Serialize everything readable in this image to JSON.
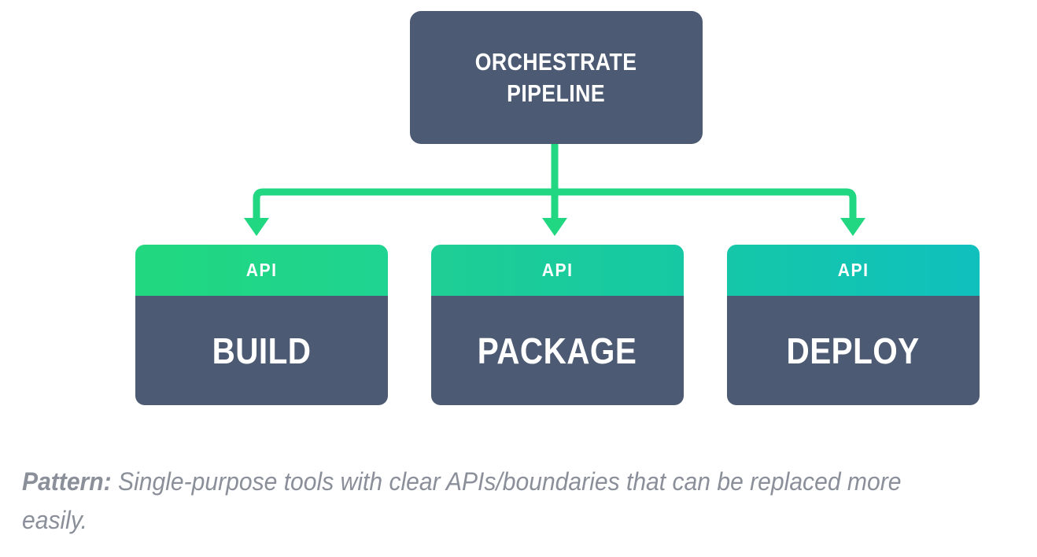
{
  "diagram": {
    "root": {
      "label": "ORCHESTRATE\nPIPELINE",
      "fill": "#4d5a74"
    },
    "connector": {
      "color": "#22d782",
      "arrow_name": "arrow-down"
    },
    "stages": [
      {
        "api_label": "API",
        "name": "BUILD",
        "header_from": "#21d87f",
        "header_to": "#1fd391",
        "body": "#4d5a74"
      },
      {
        "api_label": "API",
        "name": "PACKAGE",
        "header_from": "#1ece94",
        "header_to": "#16c9a4",
        "body": "#4d5a74"
      },
      {
        "api_label": "API",
        "name": "DEPLOY",
        "header_from": "#15c7a8",
        "header_to": "#0fc0bd",
        "body": "#4d5a74"
      }
    ],
    "caption": {
      "lead": "Pattern:",
      "text": " Single-purpose tools with clear APIs/boundaries that can be replaced more easily.",
      "color": "#8a8f99"
    }
  }
}
